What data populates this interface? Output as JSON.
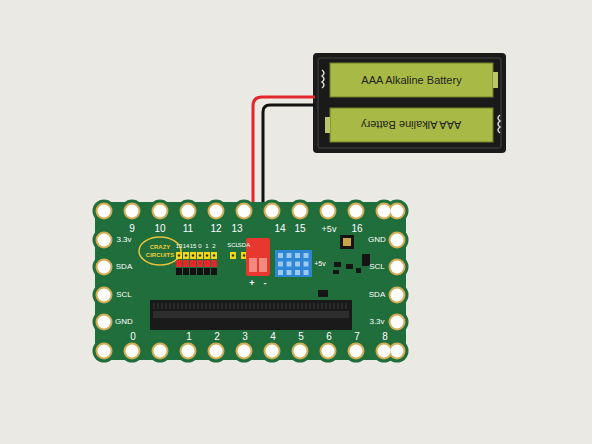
{
  "diagram": {
    "nodes": [
      {
        "text": [
          "AAA Alkaline Battery"
        ]
      },
      {
        "text": [
          "AAA Alkaline Battery"
        ]
      }
    ],
    "labels": [
      "9",
      "10",
      "11",
      "12",
      "13",
      "14",
      "15",
      "+5v",
      "16",
      "3.3v",
      "SDA",
      "SCL",
      "GND",
      "GND",
      "SCL",
      "SDA",
      "3.3v",
      "0",
      "1",
      "2",
      "3",
      "4",
      "5",
      "6",
      "7",
      "8",
      "13",
      "14",
      "15",
      "0",
      "1",
      "2",
      "SCL",
      "SDA",
      "+5v",
      "+",
      "-",
      "CRAZY",
      "CIRCUITS"
    ]
  }
}
